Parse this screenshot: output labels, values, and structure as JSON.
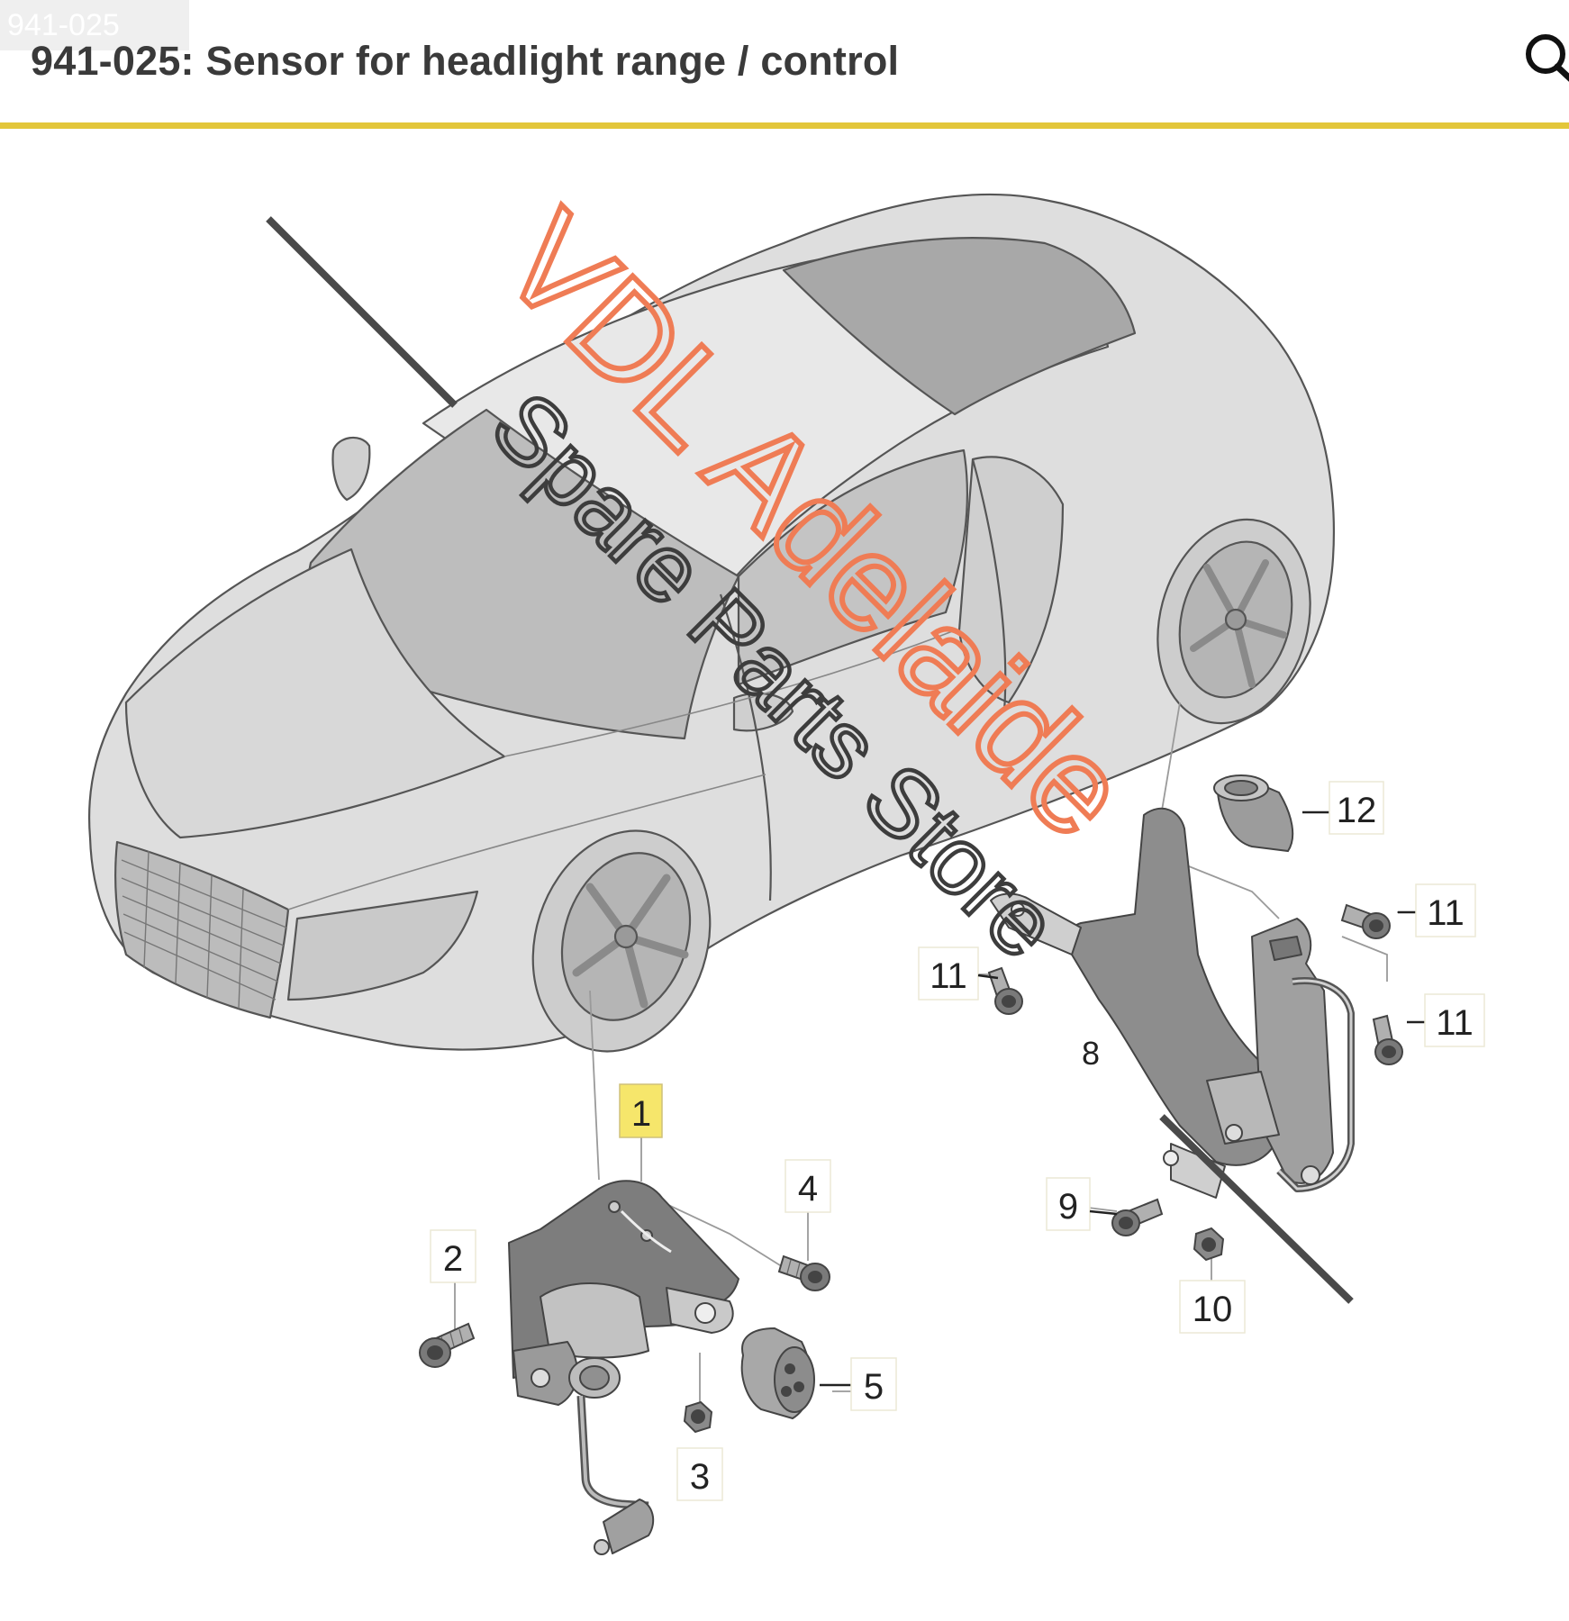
{
  "header": {
    "tab_label": "941-025",
    "title": "941-025: Sensor for headlight range / control",
    "search_icon": "search-icon"
  },
  "watermark": {
    "line1": "VDL Adelaide",
    "line2": "Spare Parts Store"
  },
  "callouts": {
    "c1": "1",
    "c2": "2",
    "c3": "3",
    "c4": "4",
    "c5": "5",
    "c8": "8",
    "c9": "9",
    "c10": "10",
    "c11a": "11",
    "c11b": "11",
    "c11c": "11",
    "c12": "12"
  },
  "colors": {
    "accent": "#e3c63a",
    "highlight_fill": "#f6e66b",
    "watermark_orange": "#ef7c55",
    "watermark_gray": "#3d3d3d"
  }
}
